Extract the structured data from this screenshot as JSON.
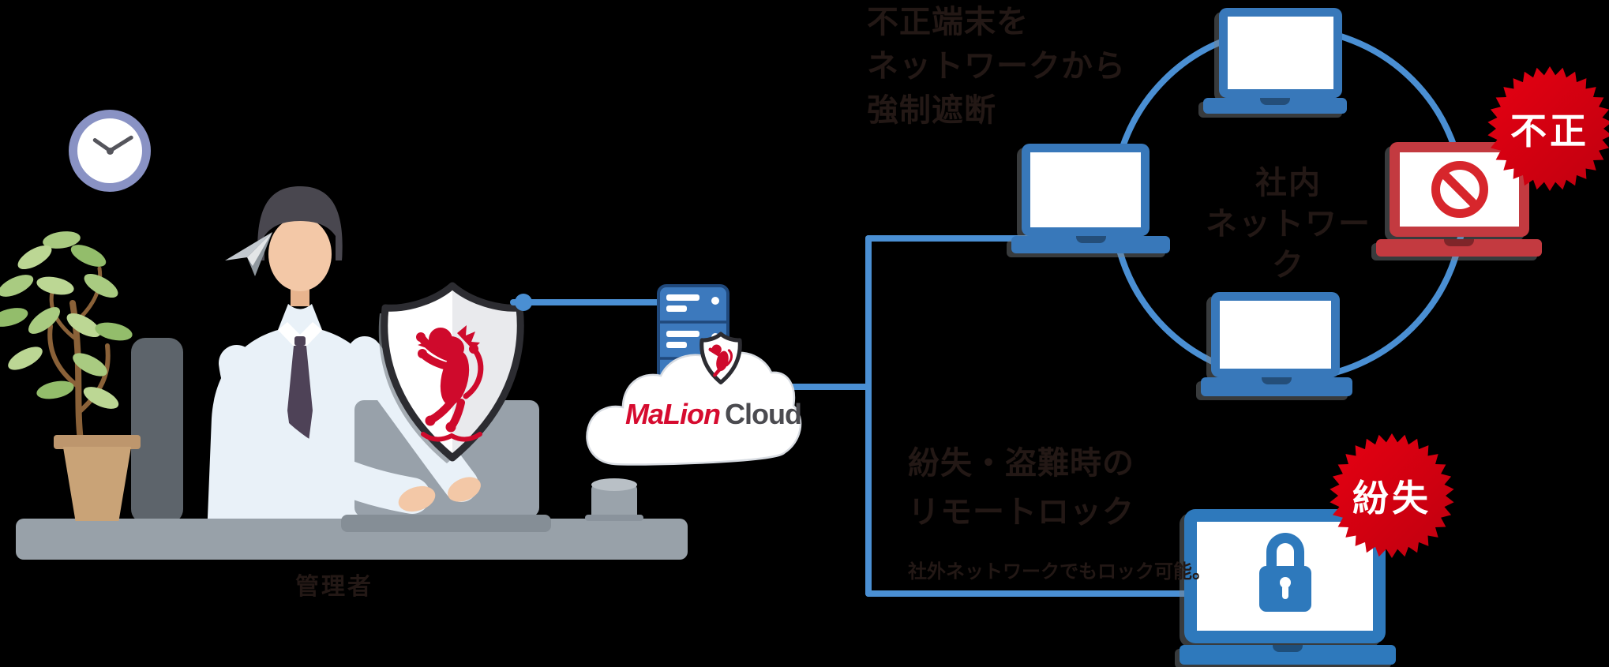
{
  "texts": {
    "admin_label": "管理者",
    "quarantine": {
      "line1": "不正端末を",
      "line2": "ネットワークから",
      "line3": "強制遮断"
    },
    "network": {
      "line1": "社内",
      "line2": "ネットワーク"
    },
    "remote_lock": {
      "line1": "紛失・盗難時の",
      "line2": "リモートロック",
      "note": "社外ネットワークでもロック可能。"
    },
    "badges": {
      "unauthorized": "不正",
      "lost": "紛失"
    },
    "logo": {
      "brand": "MaLion",
      "product": "Cloud"
    }
  },
  "colors": {
    "background": "#000000",
    "connector_blue": "#4a8fd3",
    "laptop_blue": "#3878ba",
    "locked_laptop_blue": "#2e79bc",
    "laptop_red": "#c33a40",
    "badge_red": "#e60012",
    "lion_red": "#cf0a2c",
    "prohibition_red": "#d7262c",
    "text_dark": "#231815",
    "badge_text": "#ffffff",
    "desk_gray": "#98a1a9",
    "brand_red": "#d60b2f",
    "brand_gray": "#4b4b50"
  }
}
